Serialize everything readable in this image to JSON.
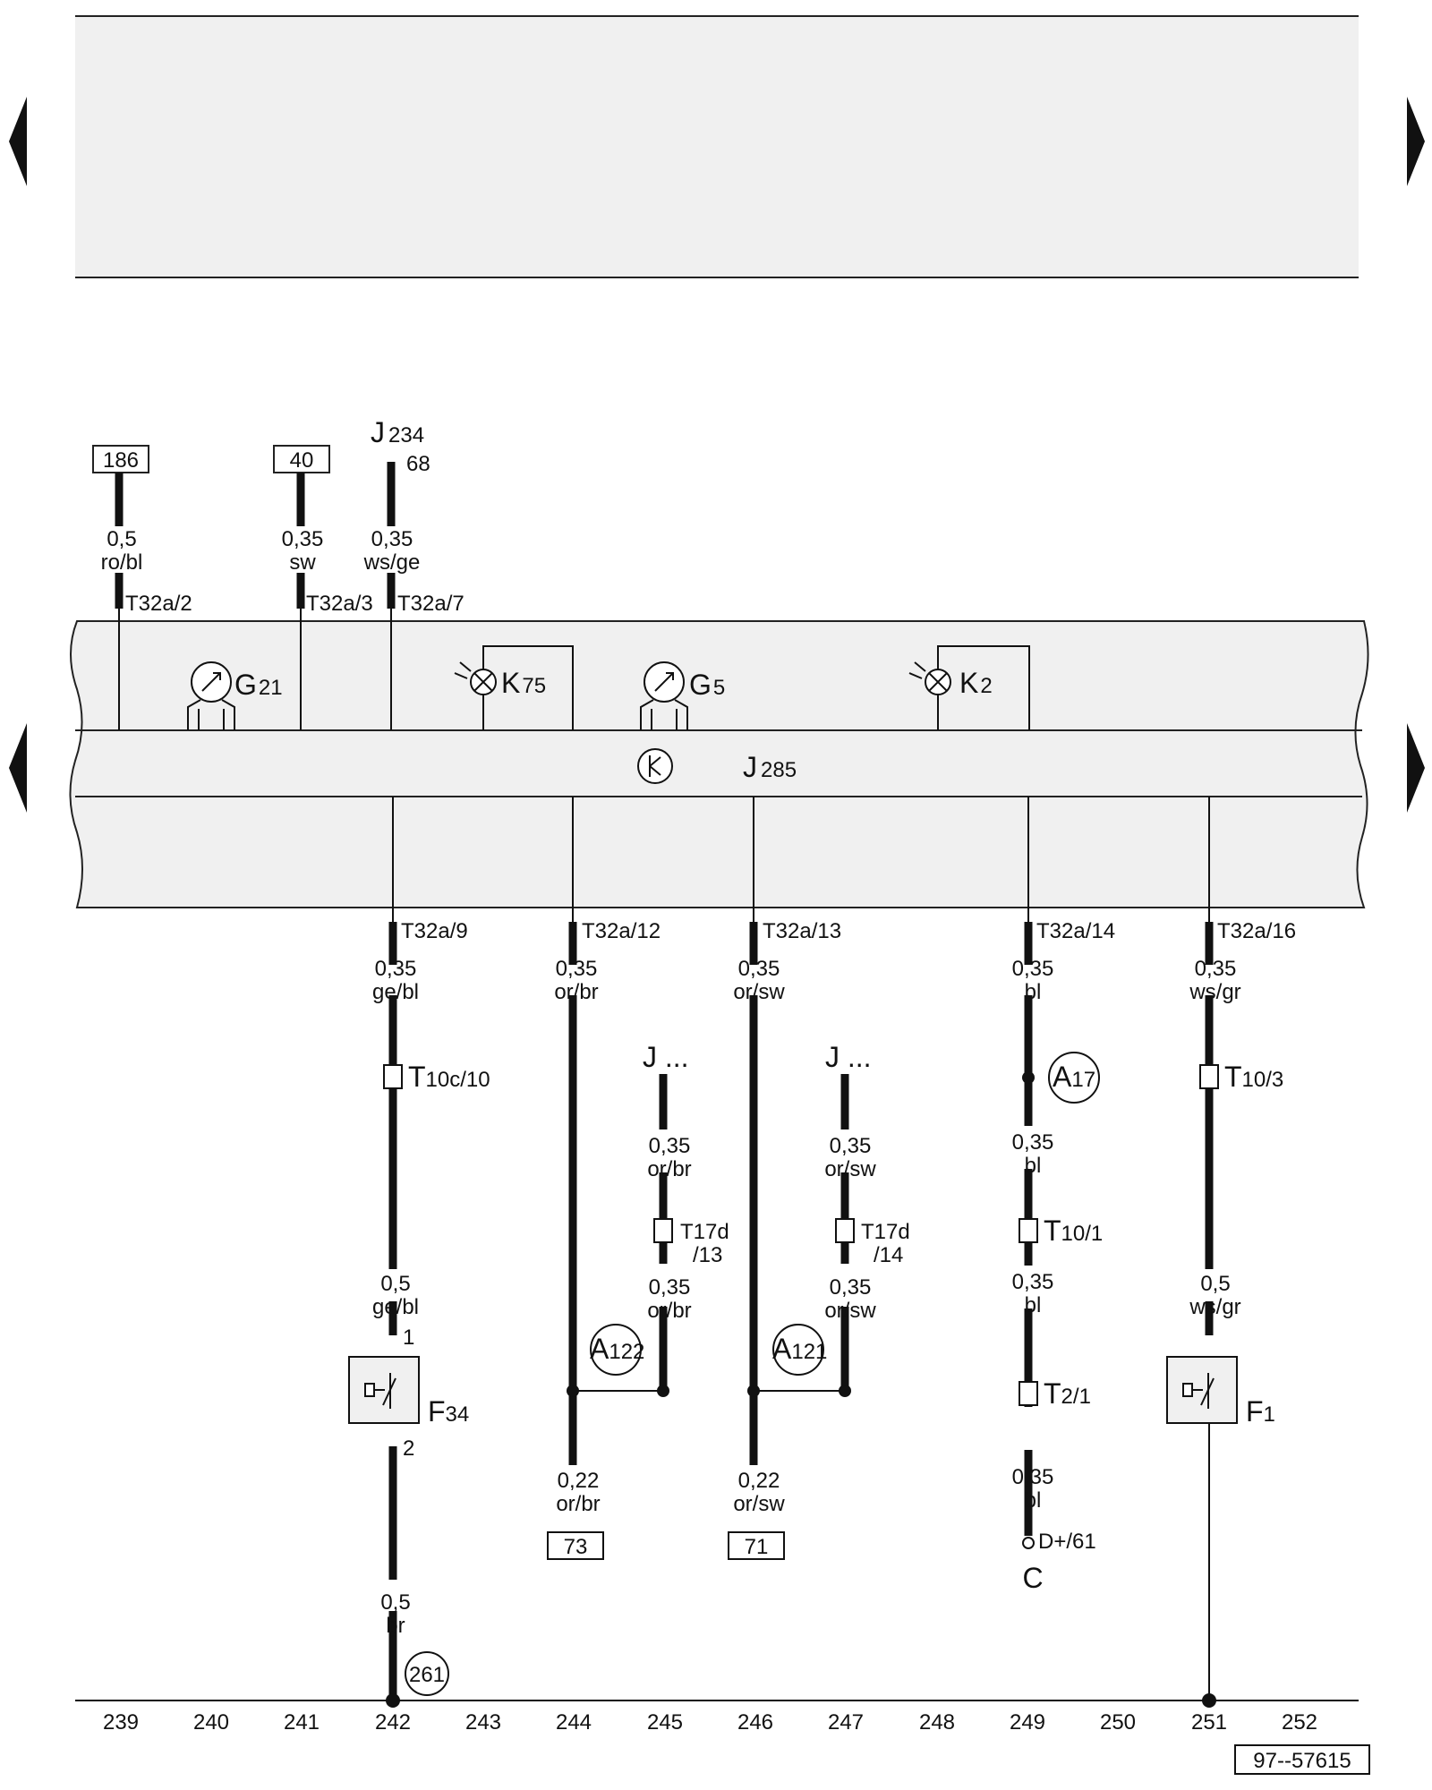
{
  "nav": {
    "prev": "previous-page",
    "next": "next-page"
  },
  "connectors_top": {
    "w186": "186",
    "w40": "40",
    "j234": "J",
    "j234_sub": "234",
    "j234_pin": "68"
  },
  "wires_top": [
    {
      "size": "0,5",
      "color": "ro/bl",
      "pin": "T32a/2"
    },
    {
      "size": "0,35",
      "color": "sw",
      "pin": "T32a/3"
    },
    {
      "size": "0,35",
      "color": "ws/ge",
      "pin": "T32a/7"
    }
  ],
  "components": {
    "g21": "G",
    "g21_sub": "21",
    "k75": "K",
    "k75_sub": "75",
    "g5": "G",
    "g5_sub": "5",
    "k2": "K",
    "k2_sub": "2",
    "j285": "J",
    "j285_sub": "285"
  },
  "wires_bottom_pins": [
    "T32a/9",
    "T32a/12",
    "T32a/13",
    "T32a/14",
    "T32a/16"
  ],
  "col242": {
    "w1_size": "0,35",
    "w1_color": "ge/bl",
    "conn": "T",
    "conn_sub": "10c/10",
    "w2_size": "0,5",
    "w2_color": "ge/bl",
    "pin1": "1",
    "fuse": "F",
    "fuse_sub": "34",
    "pin2": "2",
    "w3_size": "0,5",
    "w3_color": "br",
    "ground": "261"
  },
  "col244": {
    "w1_size": "0,35",
    "w1_color": "or/br",
    "splice": "A",
    "splice_sub": "122",
    "w2_size": "0,22",
    "w2_color": "or/br",
    "box": "73"
  },
  "col245": {
    "j": "J ...",
    "w1_size": "0,35",
    "w1_color": "or/br",
    "conn": "T17d",
    "conn2": "/13",
    "w2_size": "0,35",
    "w2_color": "or/br"
  },
  "col246": {
    "w1_size": "0,35",
    "w1_color": "or/sw",
    "splice": "A",
    "splice_sub": "121",
    "w2_size": "0,22",
    "w2_color": "or/sw",
    "box": "71"
  },
  "col247": {
    "j": "J ...",
    "w1_size": "0,35",
    "w1_color": "or/sw",
    "conn": "T17d",
    "conn2": "/14",
    "w2_size": "0,35",
    "w2_color": "or/sw"
  },
  "col249": {
    "w1_size": "0,35",
    "w1_color": "bl",
    "splice": "A",
    "splice_sub": "17",
    "w2_size": "0,35",
    "w2_color": "bl",
    "conn1": "T",
    "conn1_sub": "10/1",
    "w3_size": "0,35",
    "w3_color": "bl",
    "conn2": "T",
    "conn2_sub": "2/1",
    "w4_size": "0,35",
    "w4_color": "bl",
    "terminal": "D+/61",
    "terminal_comp": "C"
  },
  "col251": {
    "w1_size": "0,35",
    "w1_color": "ws/gr",
    "conn": "T",
    "conn_sub": "10/3",
    "w2_size": "0,5",
    "w2_color": "ws/gr",
    "fuse": "F",
    "fuse_sub": "1"
  },
  "tracks": [
    "239",
    "240",
    "241",
    "242",
    "243",
    "244",
    "245",
    "246",
    "247",
    "248",
    "249",
    "250",
    "251",
    "252"
  ],
  "figure_id": "97--57615"
}
